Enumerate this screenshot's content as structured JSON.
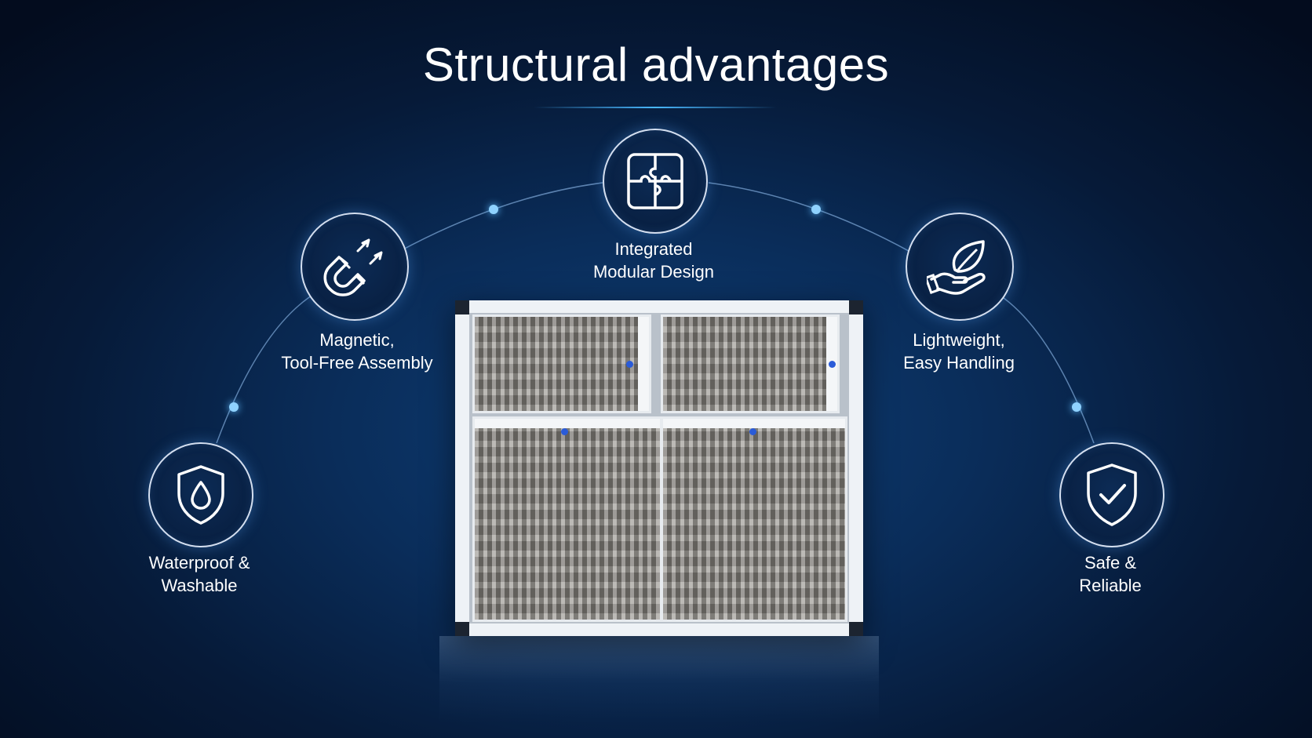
{
  "title": "Structural advantages",
  "colors": {
    "accent": "#49b8ff",
    "dot": "#8fd2ff",
    "circle_border": "#e6f0ff",
    "background_dark": "#030c1e",
    "background_center": "#0f3f78"
  },
  "features": [
    {
      "icon": "water-shield-icon",
      "lines": [
        "Waterproof &",
        "Washable"
      ]
    },
    {
      "icon": "magnet-icon",
      "lines": [
        "Magnetic,",
        "Tool-Free Assembly"
      ]
    },
    {
      "icon": "puzzle-icon",
      "lines": [
        "Integrated",
        "Modular Design"
      ]
    },
    {
      "icon": "leaf-hand-icon",
      "lines": [
        "Lightweight,",
        "Easy Handling"
      ]
    },
    {
      "icon": "check-shield-icon",
      "lines": [
        "Safe &",
        "Reliable"
      ]
    }
  ],
  "product_image": "modular-air-filter-unit"
}
